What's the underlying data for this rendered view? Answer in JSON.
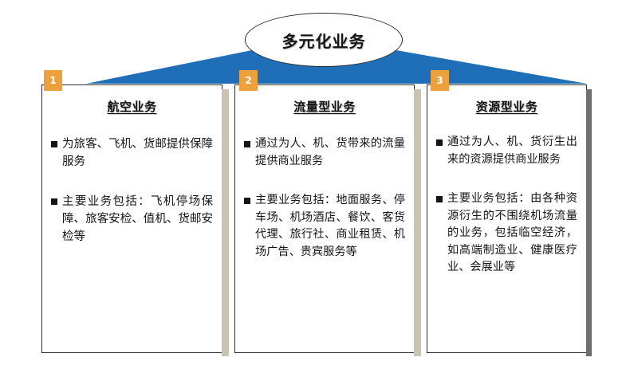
{
  "slide": {
    "title": "多元化业务",
    "accent_blue": "#1f6fb8",
    "badge_orange": "#eda13c",
    "shadow_gray": "#c8c3b2",
    "border_black": "#2c2c2c",
    "background": "#ffffff"
  },
  "columns": [
    {
      "number": "1",
      "heading": "航空业务",
      "bullets": [
        "为旅客、飞机、货邮提供保障服务",
        "主要业务包括：飞机停场保障、旅客安检、值机、货邮安检等"
      ]
    },
    {
      "number": "2",
      "heading": "流量型业务",
      "bullets": [
        "通过为人、机、货带来的流量提供商业服务",
        "主要业务包括：地面服务、停车场、机场酒店、餐饮、客货代理、旅行社、商业租赁、机场广告、贵宾服务等"
      ]
    },
    {
      "number": "3",
      "heading": "资源型业务",
      "bullets": [
        "通过为人、机、货衍生出来的资源提供商业服务",
        "主要业务包括：由各种资源衍生的不围绕机场流量的业务，包括临空经济，如高端制造业、健康医疗业、会展业等"
      ]
    }
  ]
}
